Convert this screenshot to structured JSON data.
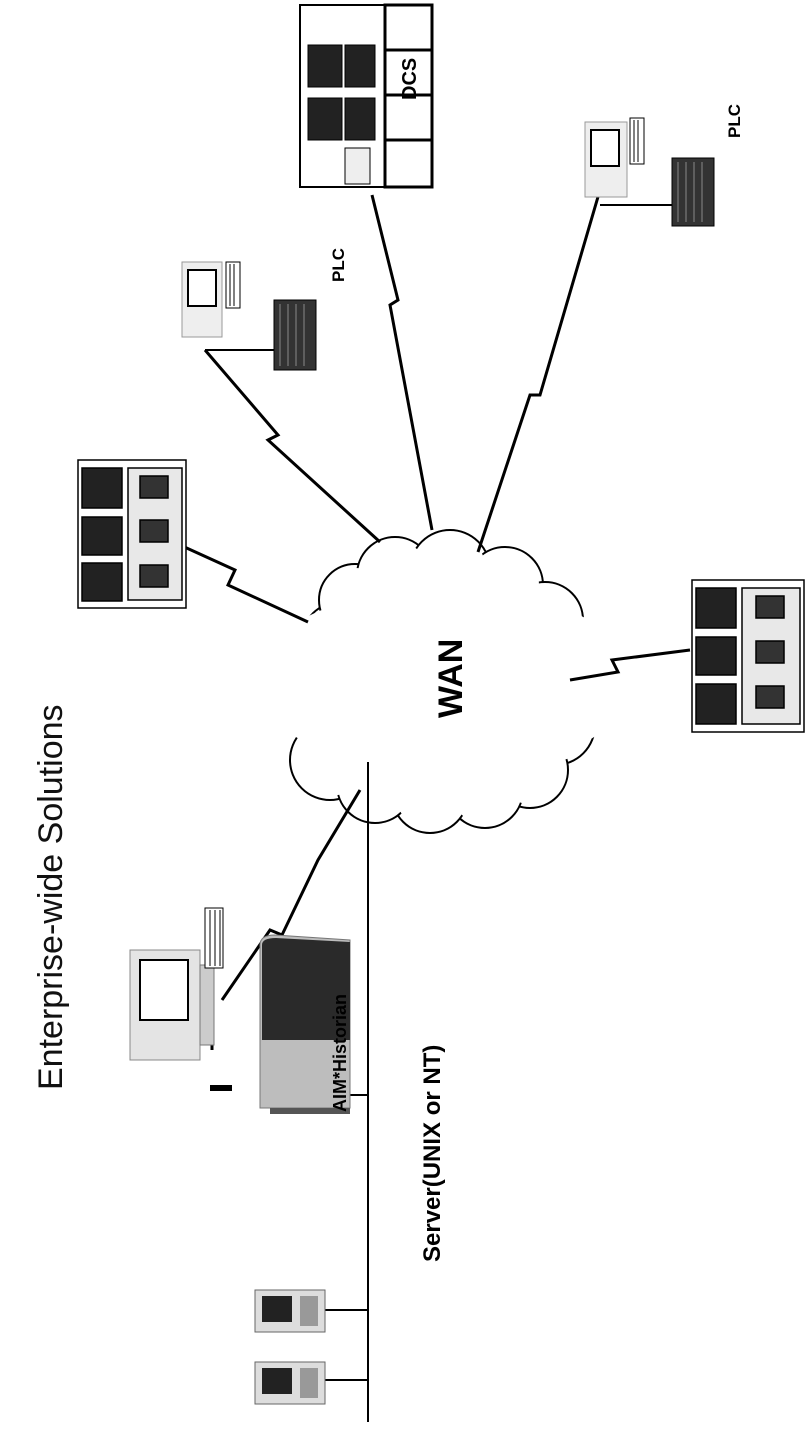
{
  "diagram": {
    "title": "Enterprise-wide Solutions",
    "cloud_label": "WAN",
    "server_label": "Server(UNIX or NT)",
    "server_box_label": "AIM*Historian",
    "plc_label_1": "PLC",
    "plc_label_2": "PLC",
    "dcs_label": "DCS"
  },
  "colors": {
    "ink": "#000000",
    "background": "#ffffff",
    "screen": "#1a1a1a",
    "gray": "#b5b5b5"
  }
}
